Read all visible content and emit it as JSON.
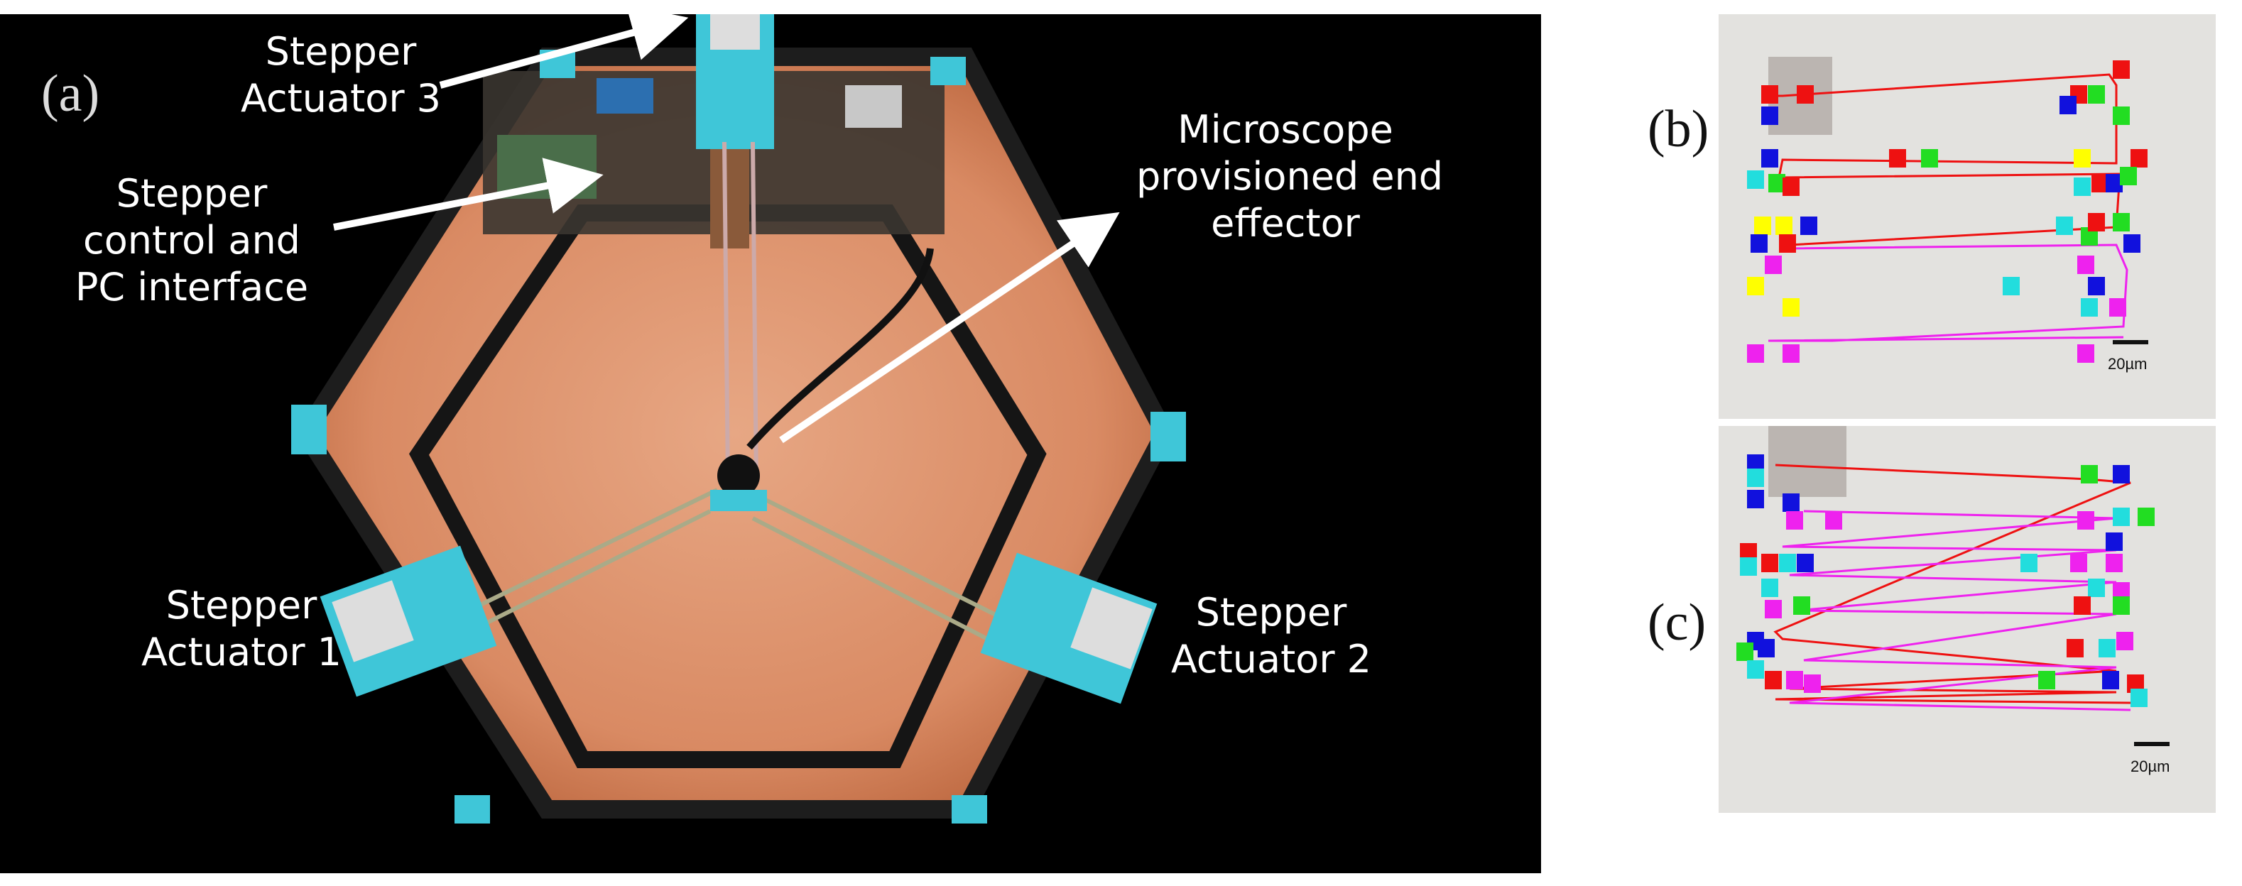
{
  "figure": {
    "panel_a": {
      "tag": "(a)",
      "labels": {
        "actuator3": [
          "Stepper",
          "Actuator 3"
        ],
        "control": [
          "Stepper",
          "control and",
          "PC interface"
        ],
        "microscope": [
          "Microscope",
          "provisioned end",
          "effector"
        ],
        "actuator1": [
          "Stepper",
          "Actuator 1"
        ],
        "actuator2": [
          "Stepper",
          "Actuator 2"
        ]
      }
    },
    "panel_b": {
      "tag": "(b)",
      "scale_bar": "20µm"
    },
    "panel_c": {
      "tag": "(c)",
      "scale_bar": "20µm"
    },
    "colors": {
      "red": "#ee1111",
      "blue": "#1111dd",
      "green": "#22dd22",
      "yellow": "#ffff00",
      "cyan": "#22dddd",
      "magenta": "#ee22ee"
    }
  }
}
